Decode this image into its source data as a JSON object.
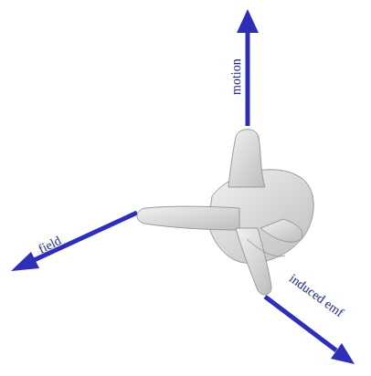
{
  "diagram": {
    "labels": [
      "motion",
      "field",
      "induced emf"
    ]
  }
}
